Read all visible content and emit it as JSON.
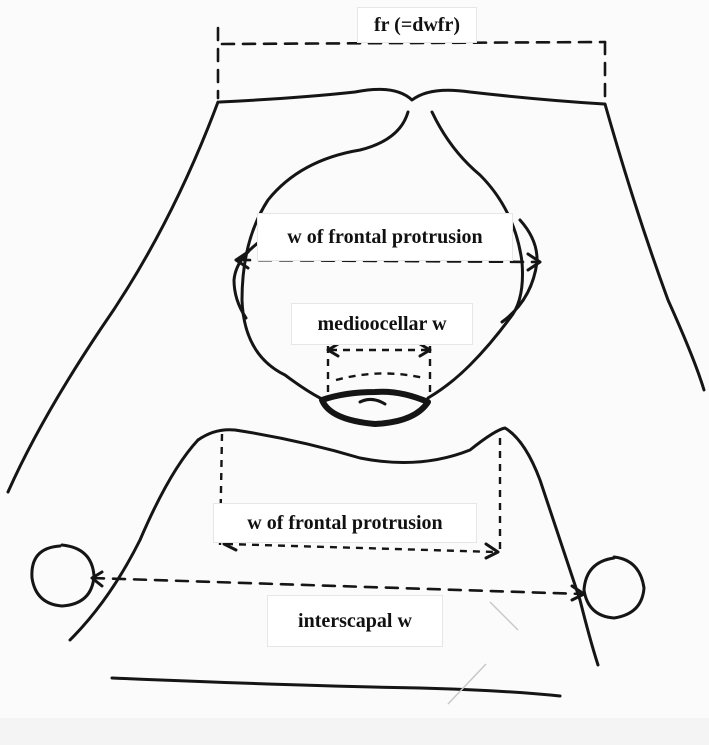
{
  "labels": {
    "frons_width": "fr (=dwfr)",
    "frontal_protrusion_upper": "w of frontal protrusion",
    "medioocellar": "medioocellar w",
    "frontal_protrusion_lower": "w  of frontal protrusion",
    "interscapal": "interscapal w"
  }
}
